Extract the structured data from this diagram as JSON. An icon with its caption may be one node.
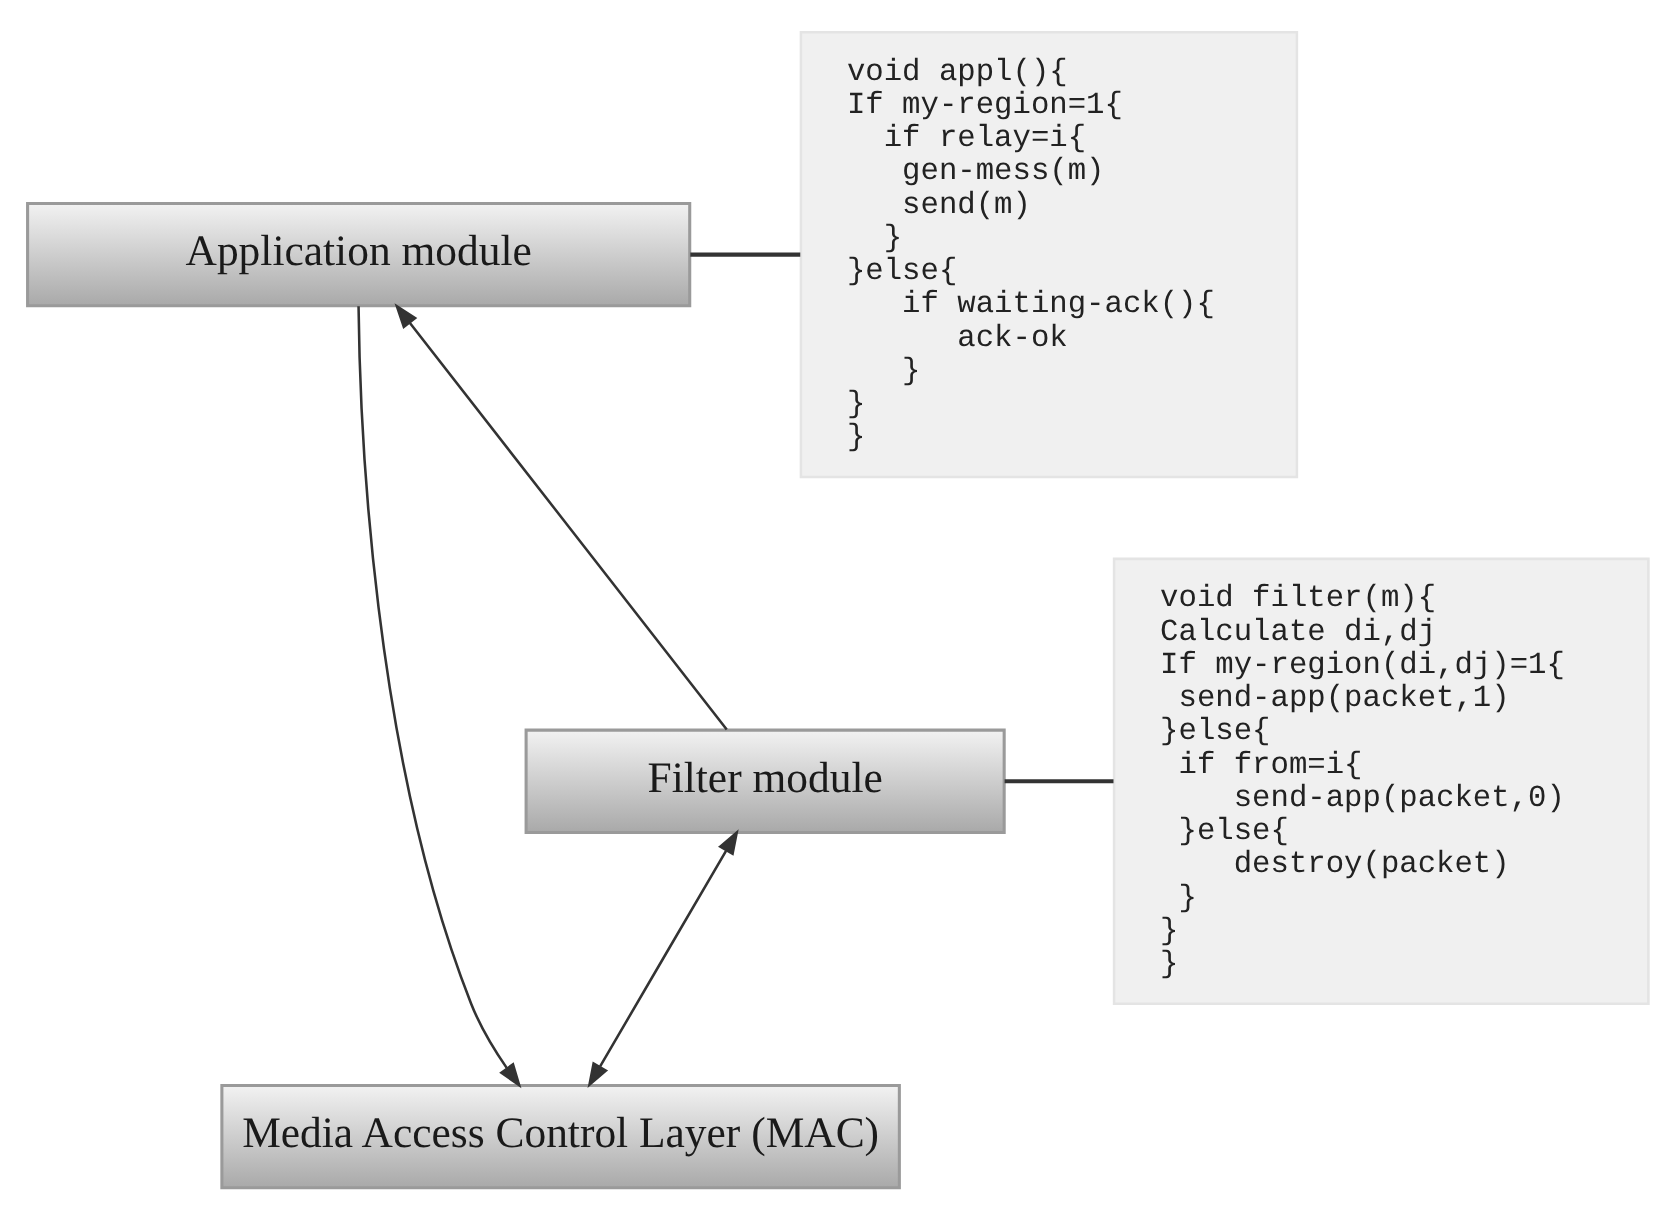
{
  "diagram": {
    "nodes": [
      {
        "text": [
          "Application module"
        ]
      },
      {
        "text": [
          "Filter module"
        ]
      },
      {
        "text": [
          "Media Access Control Layer (MAC)"
        ]
      },
      {
        "text": [
          "void appl(){",
          "If my-region=1{",
          "   if relay=i{",
          "    gen-mess(m)",
          "    send(m)",
          "   }",
          "}else{",
          "    if waiting-ack(){",
          "       ack-ok",
          "    }",
          "}",
          "}"
        ]
      },
      {
        "text": [
          "void filter(m){",
          "Calculate di,dj",
          "If my-region(di,dj)=1{",
          "  send-app(packet,1)",
          "}else{",
          "  if from=i{",
          "     send-app(packet,0)",
          "  }else{",
          "     destroy(packet)",
          "  }",
          "}",
          "}"
        ]
      }
    ],
    "edges": [
      {
        "from": 0,
        "to": 2,
        "arrow": "to"
      },
      {
        "from": 1,
        "to": 0,
        "arrow": "to"
      },
      {
        "from": 1,
        "to": 2,
        "arrow": "both"
      },
      {
        "from": 0,
        "to": 3,
        "arrow": "none"
      },
      {
        "from": 1,
        "to": 4,
        "arrow": "none"
      }
    ]
  }
}
